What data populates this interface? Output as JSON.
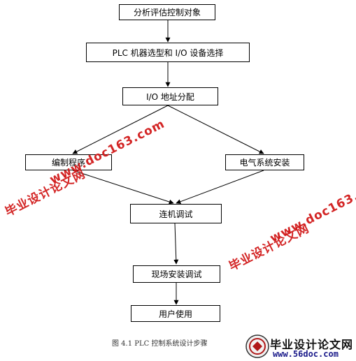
{
  "nodes": {
    "analyze": "分析评估控制对象",
    "plc_select": "PLC 机器选型和 I/O 设备选择",
    "io_assign": "I/O 地址分配",
    "program": "编制程序",
    "electrical": "电气系统安装",
    "debug": "连机调试",
    "site_debug": "现场安装调试",
    "user": "用户使用"
  },
  "caption": "图 4.1   PLC 控制系统设计步骤",
  "watermarks": {
    "cn_text": "毕业设计论文网",
    "url_text": "www.doc163.com"
  },
  "logo": {
    "title": "毕业设计论文网",
    "url": "www.56doc.com"
  },
  "colors": {
    "watermark": "#d11a1a",
    "line": "#000000"
  }
}
